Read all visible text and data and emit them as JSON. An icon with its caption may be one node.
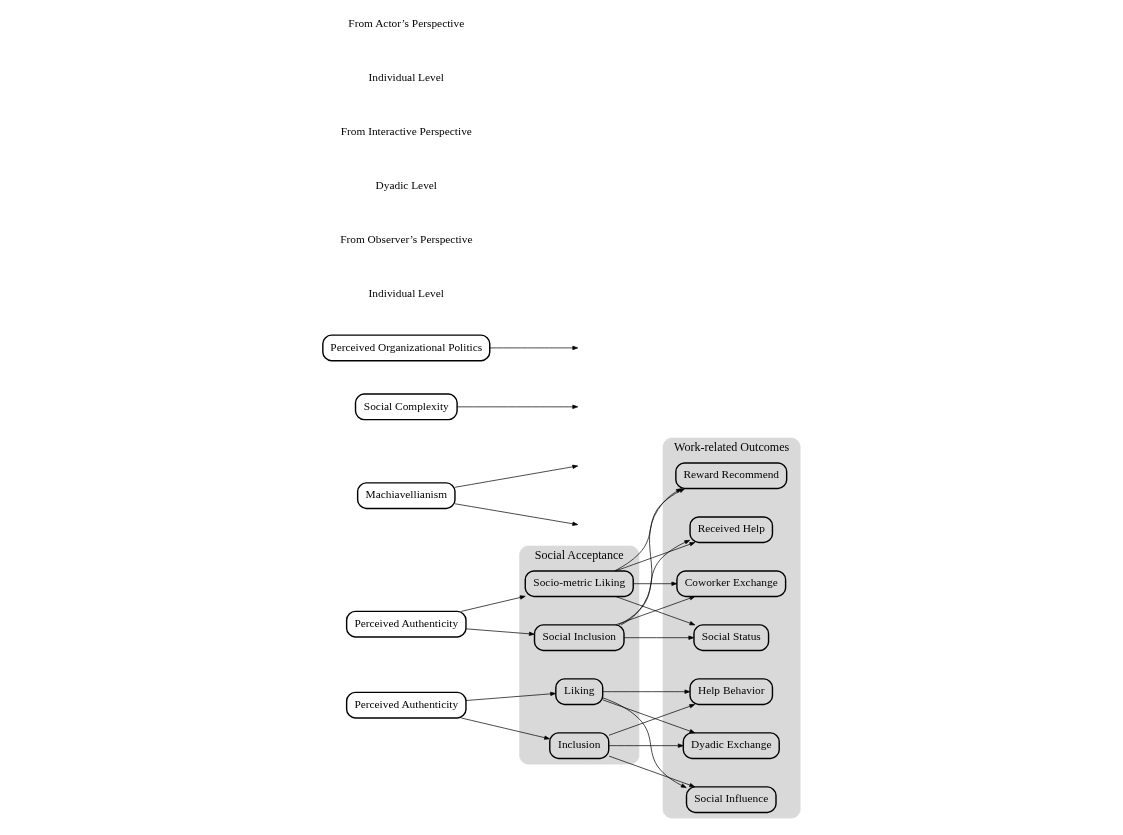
{
  "diagram": {
    "nodes": [
      {
        "text": [
          "Social Acceptance"
        ]
      },
      {
        "text": [
          "Work-related Outcomes"
        ]
      },
      {
        "text": [
          "Machiavellianism"
        ]
      },
      {
        "text": [
          "Perceived Authenticity"
        ]
      },
      {
        "text": [
          "Socio-metric Liking"
        ],
        "in": 0
      },
      {
        "text": [
          "Social Inclusion"
        ],
        "in": 0
      },
      {
        "text": [
          "Reward Recommend"
        ],
        "in": 1
      },
      {
        "text": [
          "Received Help"
        ],
        "in": 1
      },
      {
        "text": [
          "Coworker Exchange"
        ],
        "in": 1
      },
      {
        "text": [
          "Social Status"
        ],
        "in": 1
      },
      {
        "text": [
          "Perceived Authenticity"
        ]
      },
      {
        "text": [
          "Liking"
        ],
        "in": 0
      },
      {
        "text": [
          "Inclusion"
        ],
        "in": 0
      },
      {
        "text": [
          "Help Behavior"
        ],
        "in": 1
      },
      {
        "text": [
          "Dyadic Exchange"
        ],
        "in": 1
      },
      {
        "text": [
          "Social Influence"
        ],
        "in": 1
      },
      {
        "text": [
          "Social Complexity"
        ]
      },
      {
        "text": [
          "Perceived Organizational Politics"
        ]
      }
    ],
    "edges": [
      {
        "from": 2,
        "to": null,
        "arrow": "to"
      },
      {
        "from": 2,
        "to": null,
        "arrow": "to"
      },
      {
        "from": 3,
        "to": 4,
        "arrow": "to"
      },
      {
        "from": 3,
        "to": 5,
        "arrow": "to"
      },
      {
        "from": 4,
        "to": 6,
        "arrow": "to"
      },
      {
        "from": 4,
        "to": 7,
        "arrow": "to"
      },
      {
        "from": 4,
        "to": 8,
        "arrow": "to"
      },
      {
        "from": 4,
        "to": 9,
        "arrow": "to"
      },
      {
        "from": 5,
        "to": 6,
        "arrow": "to"
      },
      {
        "from": 5,
        "to": 7,
        "arrow": "to"
      },
      {
        "from": 5,
        "to": 8,
        "arrow": "to"
      },
      {
        "from": 5,
        "to": 9,
        "arrow": "to"
      },
      {
        "from": 10,
        "to": 11,
        "arrow": "to"
      },
      {
        "from": 10,
        "to": 12,
        "arrow": "to"
      },
      {
        "from": 11,
        "to": 13,
        "arrow": "to"
      },
      {
        "from": 11,
        "to": 14,
        "arrow": "to"
      },
      {
        "from": 11,
        "to": 15,
        "arrow": "to"
      },
      {
        "from": 12,
        "to": 13,
        "arrow": "to"
      },
      {
        "from": 12,
        "to": 14,
        "arrow": "to"
      },
      {
        "from": 12,
        "to": 15,
        "arrow": "to"
      },
      {
        "from": 16,
        "to": null,
        "arrow": "to"
      },
      {
        "from": 17,
        "to": null,
        "arrow": "to"
      }
    ],
    "labels": [
      "From Actor’s Perspective",
      "Individual Level",
      "From Interactive Perspective",
      "Dyadic Level",
      "From Observer’s Perspective",
      "Individual Level"
    ]
  }
}
